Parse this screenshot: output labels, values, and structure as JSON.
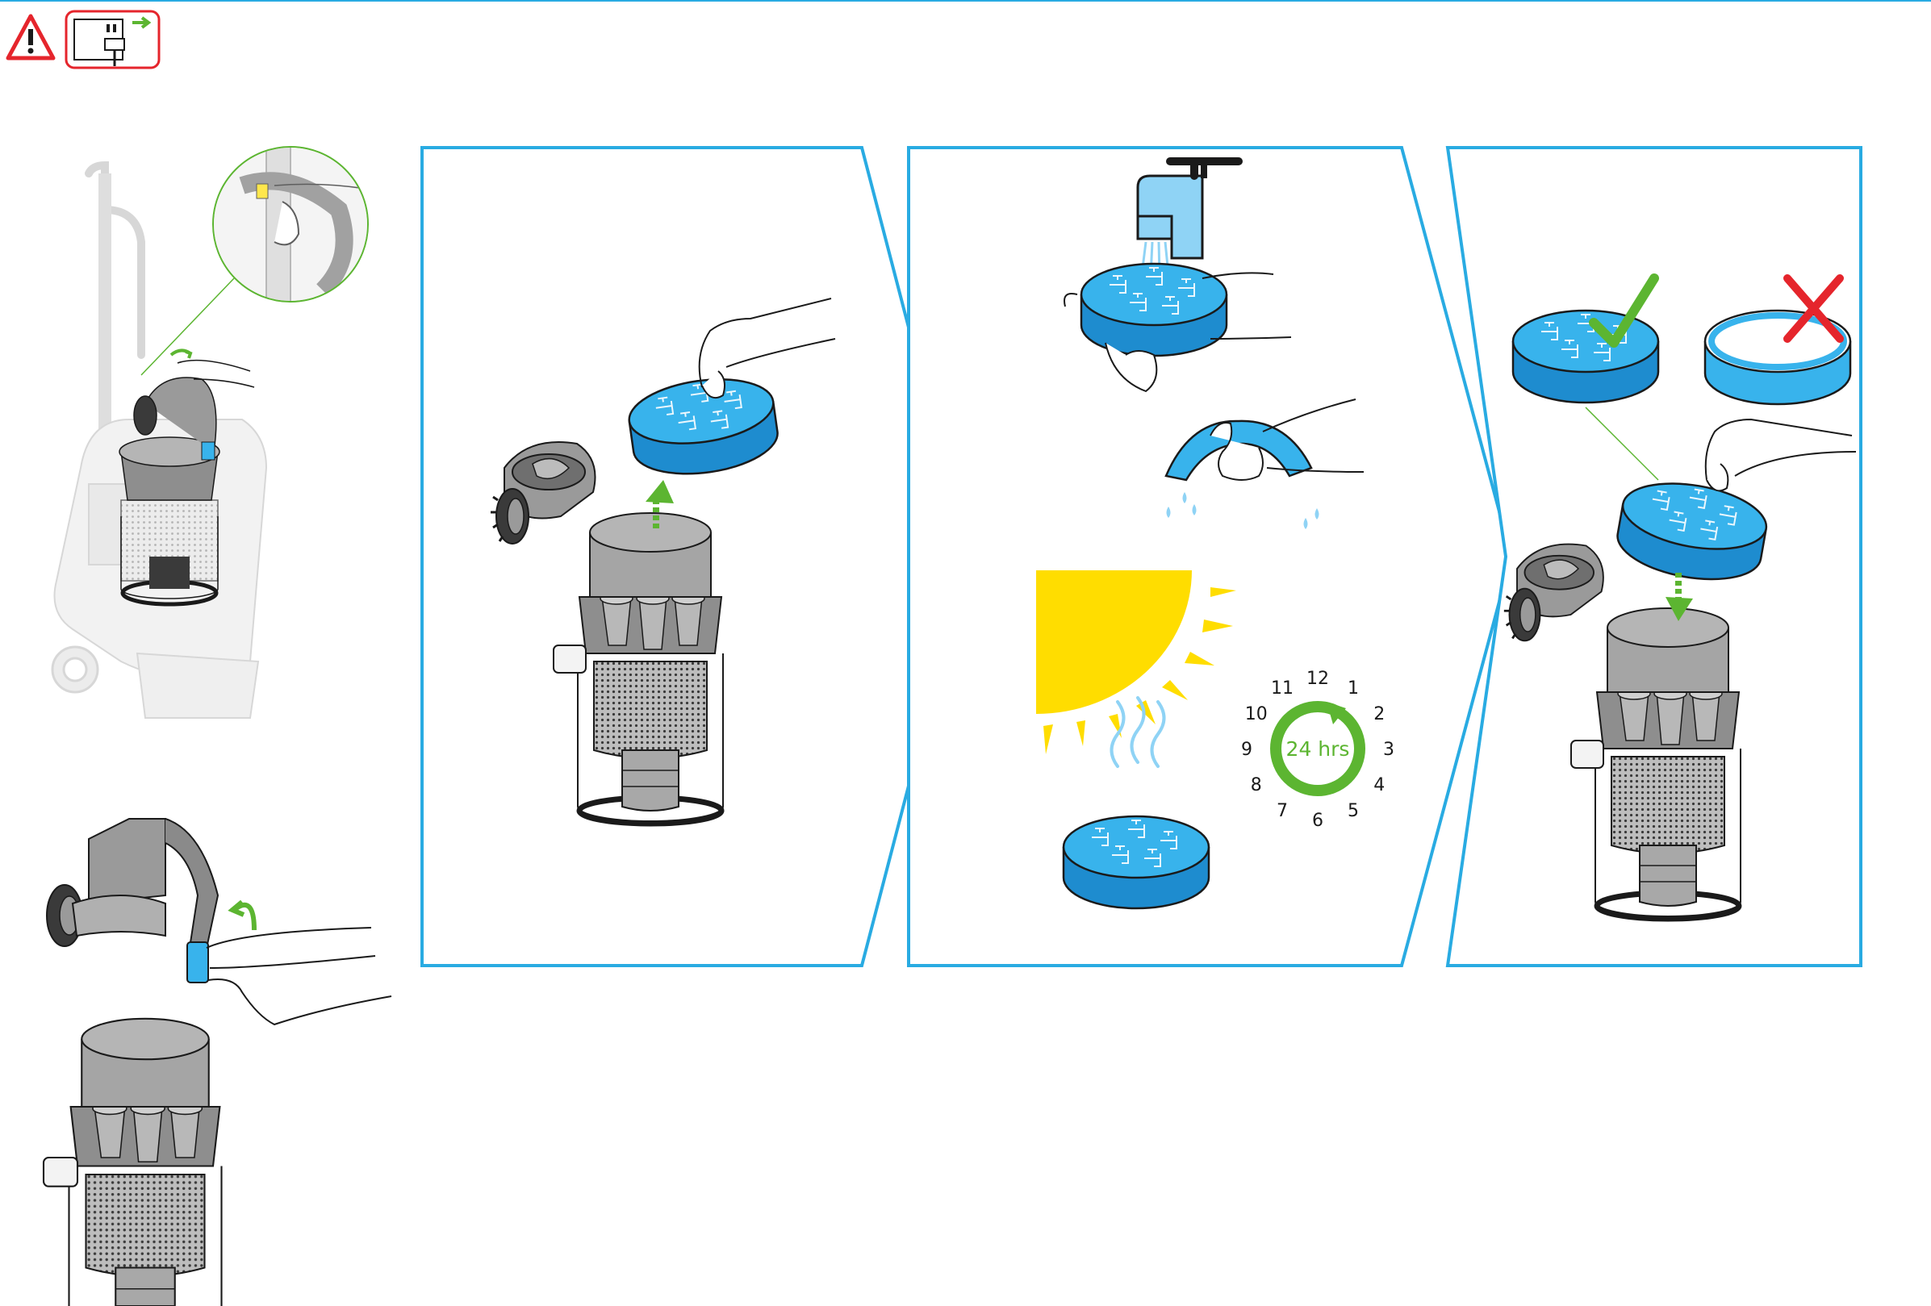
{
  "colors": {
    "panel_border": "#29abe2",
    "filter_blue": "#38b3ec",
    "arrow_green": "#5cb531",
    "warning_red": "#e5252c",
    "sun_yellow": "#ffdd00",
    "body_grey": "#9a9a9a",
    "dark_grey": "#555555",
    "cross_red": "#e5252c"
  },
  "icons": {
    "warning": "warning-triangle-icon",
    "unplug": "unplug-socket-icon",
    "tap": "water-tap-icon",
    "sun": "sun-icon",
    "check": "check-mark-icon",
    "cross": "cross-mark-icon"
  },
  "clock": {
    "numbers": [
      "12",
      "1",
      "2",
      "3",
      "4",
      "5",
      "6",
      "7",
      "8",
      "9",
      "10",
      "11"
    ],
    "duration": "24 hrs"
  }
}
